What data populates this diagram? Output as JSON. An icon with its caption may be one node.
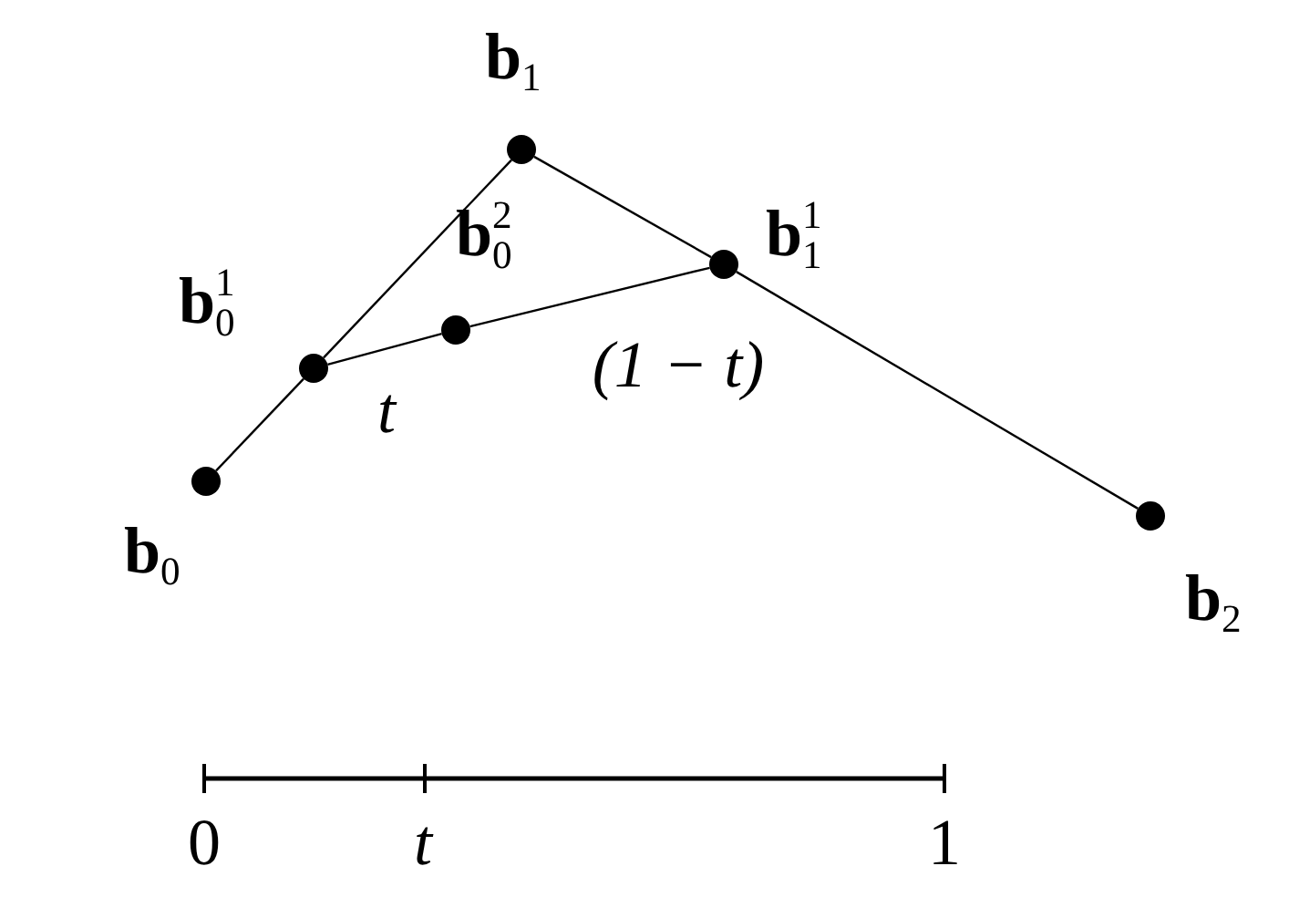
{
  "diagram": {
    "nodes": [
      {
        "text": [
          "**b**$_{0}$"
        ]
      },
      {
        "text": [
          "**b**$_{1}$"
        ]
      },
      {
        "text": [
          "**b**$_{2}$"
        ]
      },
      {
        "text": [
          "**b**$^{1}$$_{0}$"
        ]
      },
      {
        "text": [
          "**b**$^{2}$$_{0}$"
        ]
      },
      {
        "text": [
          "**b**$^{1}$$_{1}$"
        ]
      }
    ],
    "edges": [
      {
        "from": 0,
        "to": 3,
        "arrow": "none"
      },
      {
        "from": 3,
        "to": 1,
        "arrow": "none"
      },
      {
        "from": 1,
        "to": 5,
        "arrow": "none"
      },
      {
        "from": 5,
        "to": 2,
        "arrow": "none"
      },
      {
        "from": 3,
        "to": 4,
        "arrow": "none",
        "label": "t"
      },
      {
        "from": 4,
        "to": 5,
        "arrow": "none",
        "label": "(1 − t)"
      }
    ],
    "labels": [
      "0",
      "t",
      "1"
    ]
  }
}
